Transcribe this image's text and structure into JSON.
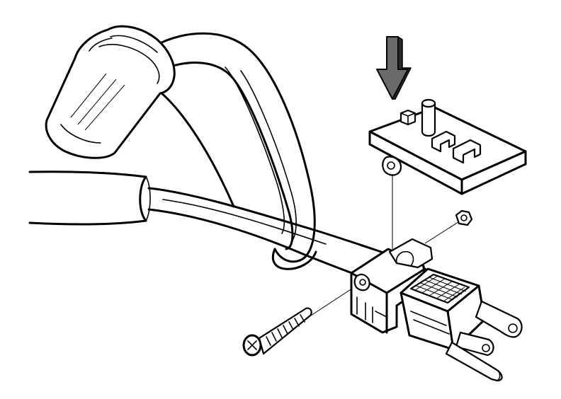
{
  "diagram": {
    "ink_color": "#000000",
    "paper_color": "#ffffff",
    "arrow_color": "#555555",
    "parts": [
      "cord-clamp-strap",
      "power-cord",
      "strain-relief-bracket",
      "cord-clamp-cover",
      "nut",
      "screw",
      "power-plug"
    ],
    "arrow_direction": "down"
  }
}
